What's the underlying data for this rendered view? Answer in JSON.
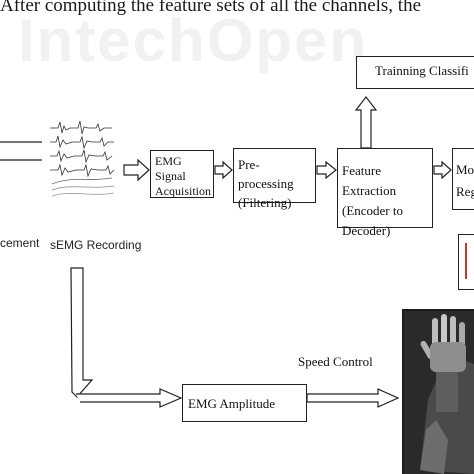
{
  "caption": "After computing the feature sets of all the channels, the",
  "watermark": "IntechOpen",
  "boxes": {
    "training": "Trainning Classifi",
    "acquisition_line1": "EMG Signal",
    "acquisition_line2": "Acquisition",
    "preprocessing_line1": "Pre-processing",
    "preprocessing_line2": "(Filtering)",
    "feature_line1": "Feature Extraction",
    "feature_line2": "(Encoder to",
    "feature_line3": "Decoder)",
    "motion_line1": "Mot",
    "motion_line2": "Reg",
    "amplitude": "EMG Amplitude"
  },
  "labels": {
    "placement": "cement",
    "recording": "sEMG Recording",
    "speed": "Speed Control"
  }
}
